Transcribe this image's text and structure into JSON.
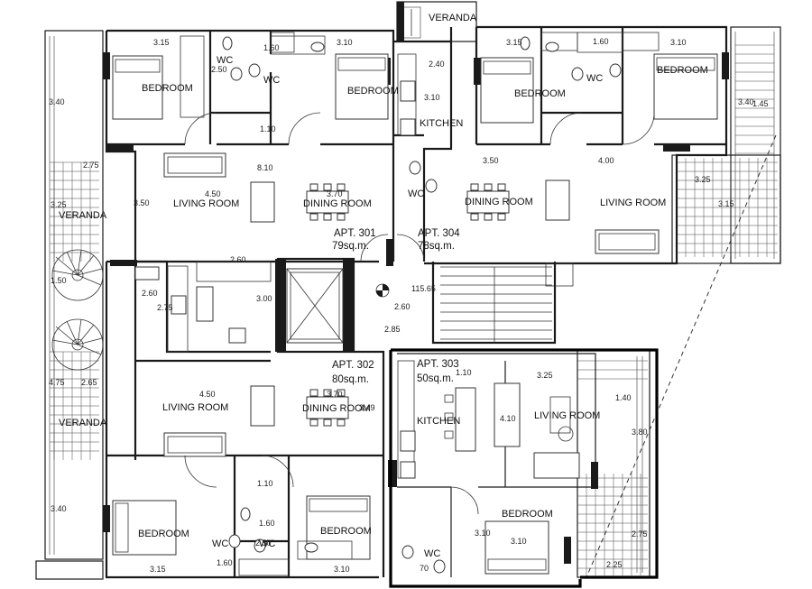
{
  "rooms": {
    "bedroom": "BEDROOM",
    "wc": "WC",
    "kitchen": "KITCHEN",
    "living": "LIVING ROOM",
    "dining": "DINING ROOM",
    "veranda": "VERANDA"
  },
  "apartments": [
    {
      "name": "APT. 301",
      "area": "79sq.m."
    },
    {
      "name": "APT. 304",
      "area": "78sq.m."
    },
    {
      "name": "APT. 302",
      "area": "80sq.m."
    },
    {
      "name": "APT. 303",
      "area": "50sq.m."
    }
  ],
  "dims": {
    "d315": "3.15",
    "d160": "1.60",
    "d310": "3.10",
    "d250": "2.50",
    "d110": "1.10",
    "d240": "2.40",
    "d340": "3.40",
    "d275": "2.75",
    "d810": "8.10",
    "d350": "3.50",
    "d400": "4.00",
    "d450": "4.50",
    "d370": "3.70",
    "d325": "3.25",
    "d150": "1.50",
    "d260": "2.60",
    "d300": "3.00",
    "d285": "2.85",
    "d1565": "115.65",
    "d475": "4.75",
    "d265": "2.65",
    "d349": "3.49",
    "d410": "4.10",
    "d140": "1.40",
    "d380": "3.80",
    "d225": "2.25",
    "d070": "70",
    "d145": "1.45",
    "d260b": "2.60",
    "d250b": "2.50"
  }
}
